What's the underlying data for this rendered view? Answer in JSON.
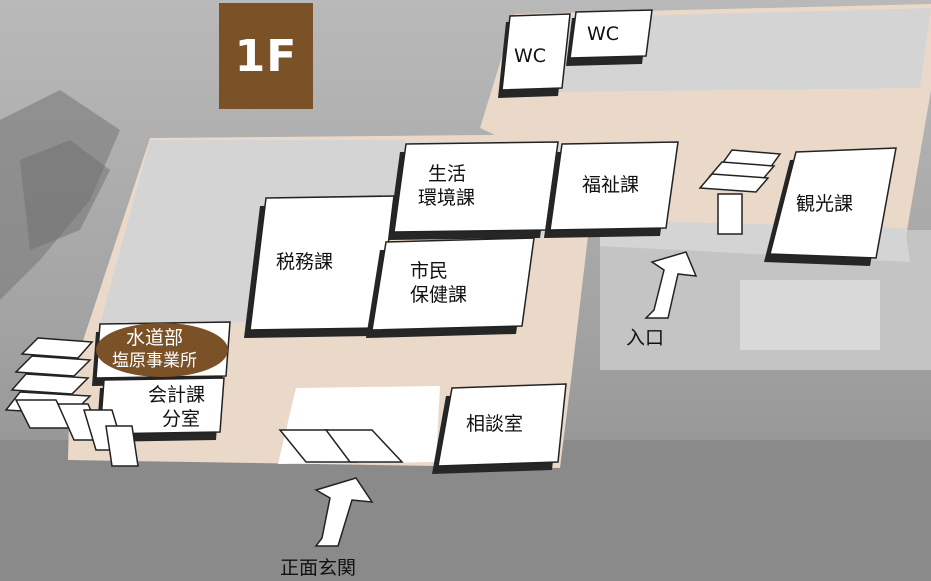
{
  "floor": "1F",
  "rooms": {
    "wc_left": "WC",
    "wc_right": "WC",
    "seikatsu_line1": "生活",
    "seikatsu_line2": "環境課",
    "fukushi": "福祉課",
    "kanko": "観光課",
    "zeimu": "税務課",
    "shimin_line1": "市民",
    "shimin_line2": "保健課",
    "suido_line1": "水道部",
    "suido_line2": "塩原事業所",
    "kaikei_line1": "会計課",
    "kaikei_line2": "分室",
    "sodan": "相談室"
  },
  "entrances": {
    "side": "入口",
    "main": "正面玄関"
  }
}
